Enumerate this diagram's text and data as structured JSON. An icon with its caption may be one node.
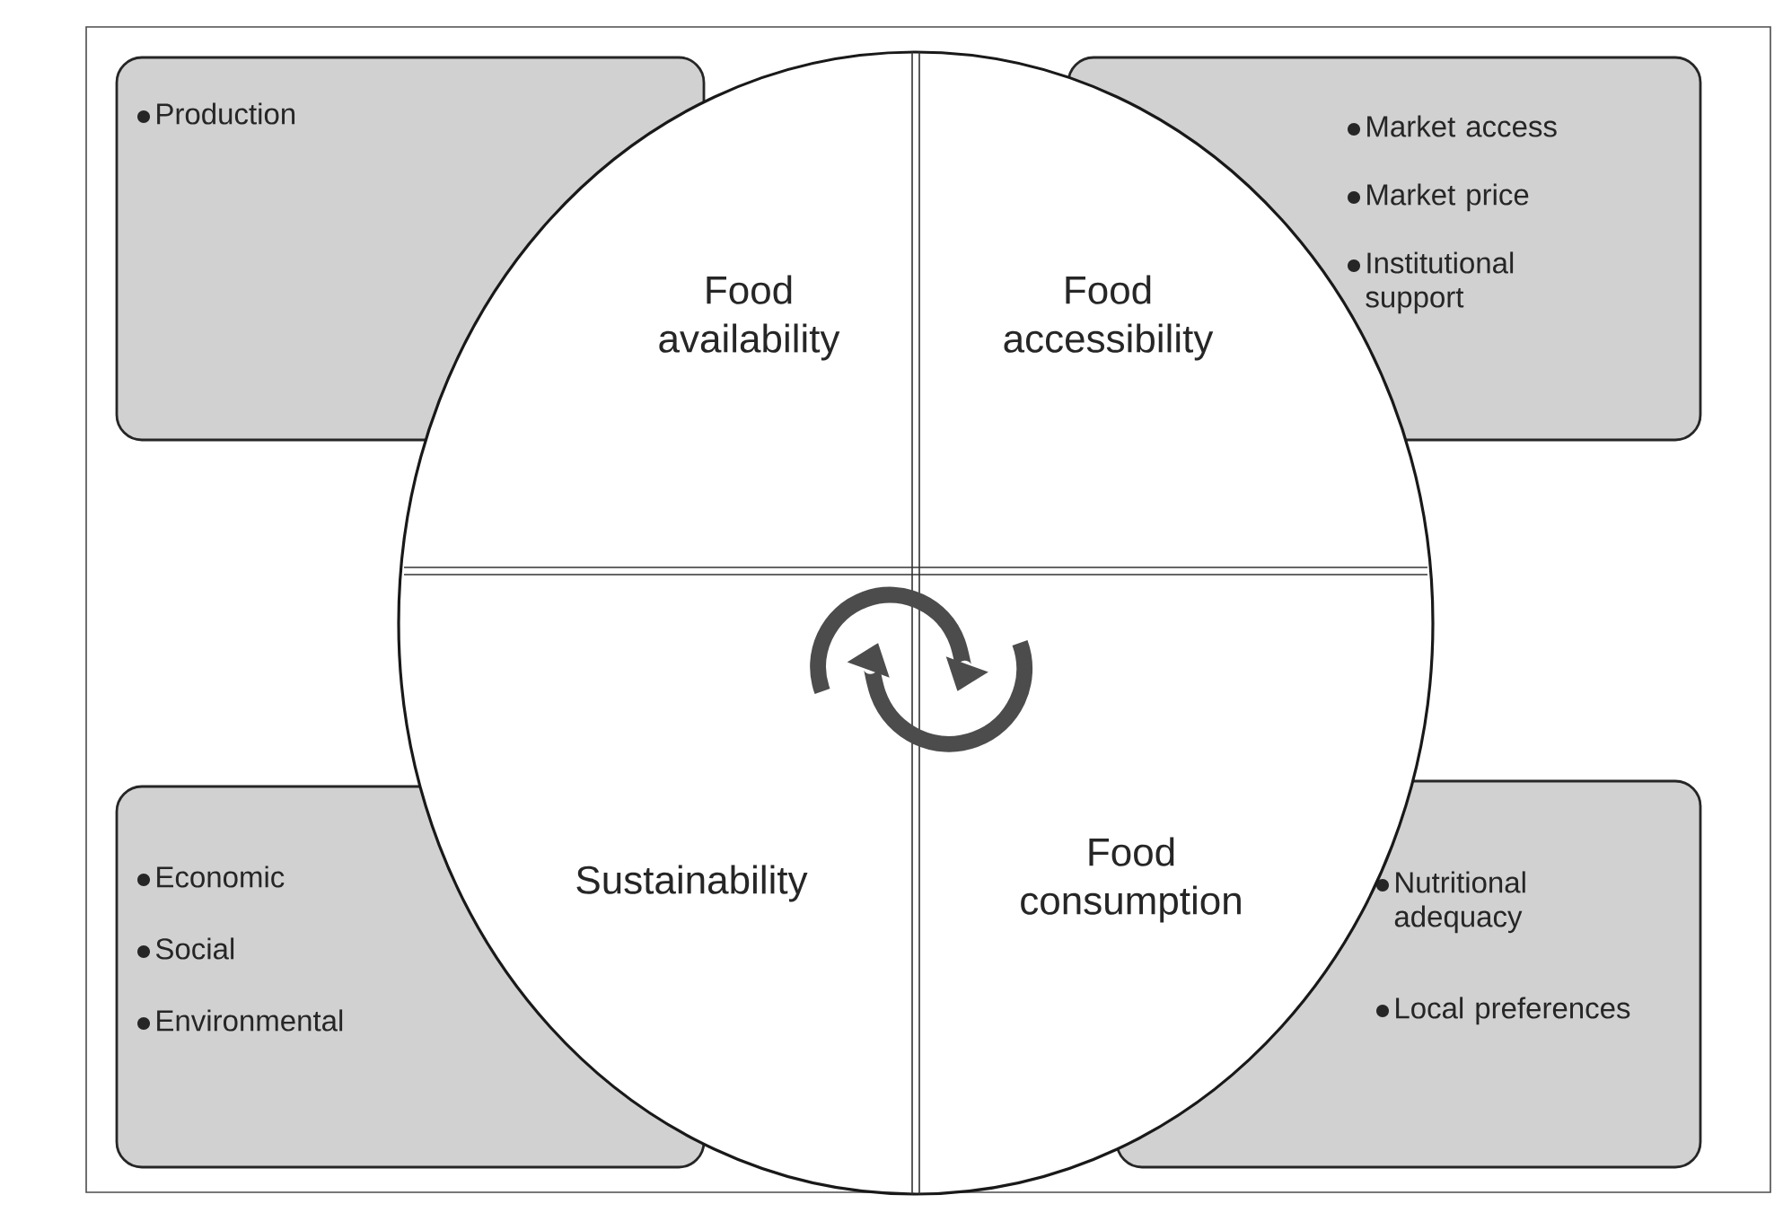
{
  "diagram": {
    "nodes": [
      {
        "text": [
          "Production"
        ]
      },
      {
        "text": [
          "Market access",
          "Market price",
          "Institutional support"
        ]
      },
      {
        "text": [],
        "shape": "circle"
      },
      {
        "text": [
          "Food availability"
        ],
        "in": 2
      },
      {
        "text": [
          "Food accessibility"
        ],
        "in": 2
      },
      {
        "text": [
          "Sustainability"
        ],
        "in": 2
      },
      {
        "text": [
          "Food consumption"
        ],
        "in": 2
      },
      {
        "text": [
          "Economic",
          "Social",
          "Environmental"
        ]
      },
      {
        "text": [
          "Nutritional adequacy",
          "Local preferences"
        ]
      }
    ]
  }
}
